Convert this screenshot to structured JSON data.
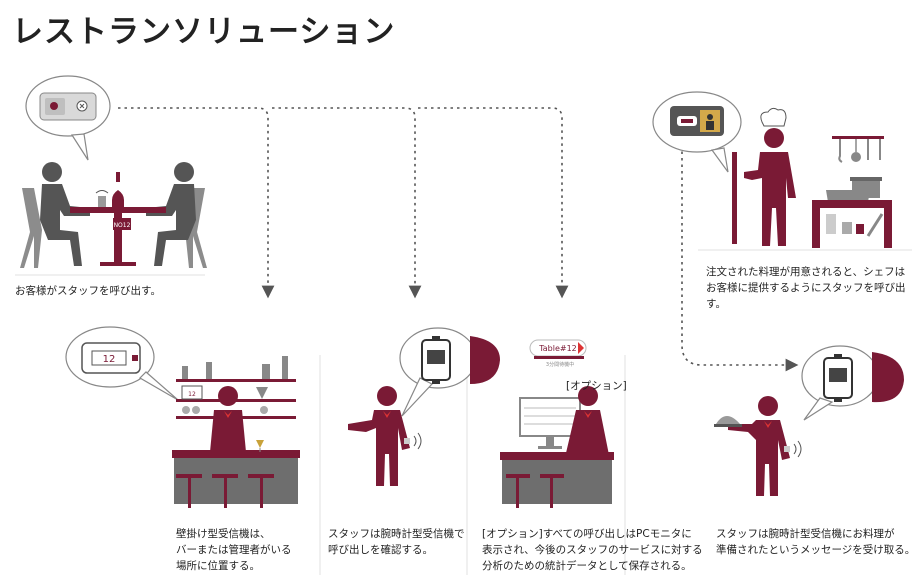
{
  "title": "レストランソリューション",
  "bubbles": {
    "table_number": "12",
    "pc_table_label": "Table#12",
    "pc_sub_label": "3分間待機中",
    "table_sign": "NO12"
  },
  "option_label": "[オプション]",
  "captions": {
    "customer": "お客様がスタッフを呼び出す。",
    "chef": "注文された料理が用意されると、シェフは\nお客様に提供するようにスタッフを呼び出す。",
    "bar": "壁掛け型受信機は、\nバーまたは管理者がいる\n場所に位置する。",
    "watch": "スタッフは腕時計型受信機で\n呼び出しを確認する。",
    "pc": "[オプション]すべての呼び出しはPCモニタに\n表示され、今後のスタッフのサービスに対する\n分析のための統計データとして保存される。",
    "waiter": "スタッフは腕時計型受信機にお料理が\n準備されたというメッセージを受け取る。"
  },
  "colors": {
    "accent": "#7a1a35",
    "gray": "#6e6e6e",
    "light_gray": "#e9e9e9"
  }
}
